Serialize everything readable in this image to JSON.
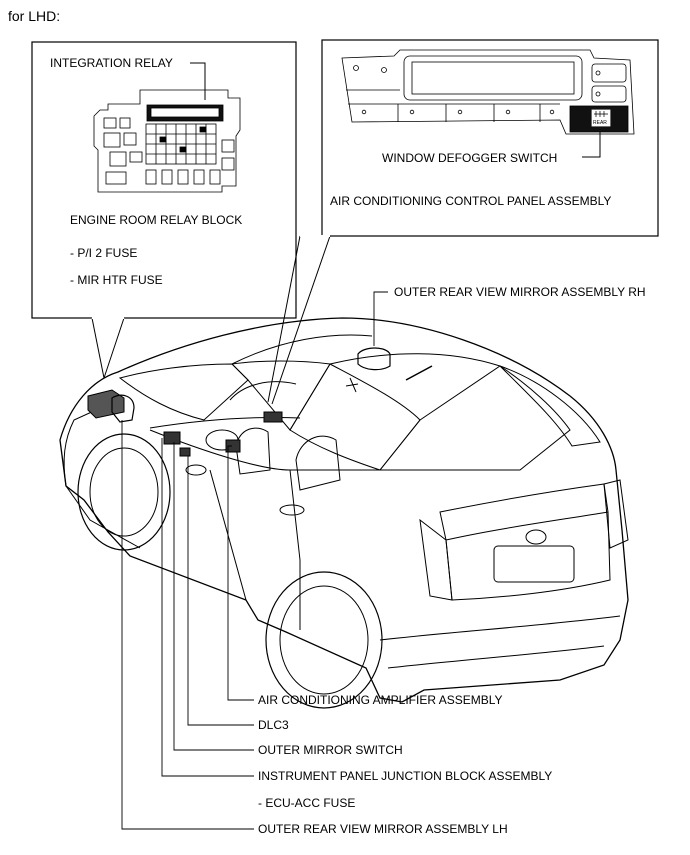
{
  "header": {
    "title": "for LHD:"
  },
  "left_callout": {
    "integration_relay": "INTEGRATION RELAY",
    "block_name": "ENGINE ROOM RELAY BLOCK",
    "fuse_1": "- P/I 2 FUSE",
    "fuse_2": "- MIR HTR FUSE"
  },
  "right_callout": {
    "switch_label": "WINDOW DEFOGGER SWITCH",
    "panel_name": "AIR CONDITIONING CONTROL PANEL ASSEMBLY",
    "button_text": "REAR"
  },
  "labels": {
    "mirror_rh": "OUTER REAR VIEW MIRROR ASSEMBLY RH",
    "ac_amplifier": "AIR CONDITIONING AMPLIFIER ASSEMBLY",
    "dlc3": "DLC3",
    "mirror_switch": "OUTER MIRROR SWITCH",
    "junction_block": "INSTRUMENT PANEL JUNCTION BLOCK ASSEMBLY",
    "ecu_fuse": "- ECU-ACC FUSE",
    "mirror_lh": "OUTER REAR VIEW MIRROR ASSEMBLY LH"
  }
}
